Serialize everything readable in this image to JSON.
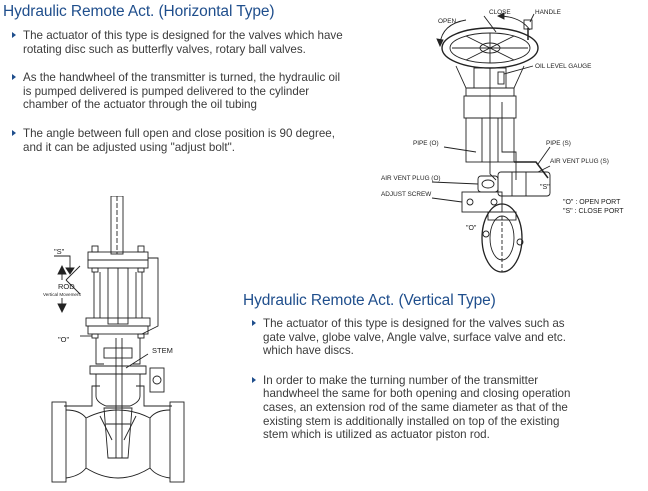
{
  "horizontal": {
    "title": "Hydraulic Remote Act. (Horizontal Type)",
    "bullets": [
      [
        "The actuator of this type is designed for the valves which have",
        "rotating disc such as butterfly valves, rotary ball valves."
      ],
      [
        "As the handwheel of the transmitter is turned, the hydraulic oil",
        "is pumped delivered is pumped delivered to the cylinder",
        "chamber of the actuator through the oil tubing"
      ],
      [
        "The angle between full open and close position is 90 degree,",
        "and it can be adjusted using \"adjust bolt\"."
      ]
    ]
  },
  "vertical": {
    "title": "Hydraulic Remote Act. (Vertical Type)",
    "bullets": [
      [
        "The actuator of this type is designed for the valves such as",
        "gate valve, globe valve, Angle valve, surface valve and etc.",
        "which have discs."
      ],
      [
        "In order to make the turning number of the transmitter",
        "handwheel the same for both opening and closing operation",
        "cases, an extension rod of the same diameter as that of the",
        "existing stem is additionally installed on top of the existing",
        "stem which is utilized as actuator piston rod."
      ]
    ]
  },
  "horizontal_diagram": {
    "labels": {
      "open": "OPEN",
      "close": "CLOSE",
      "handle": "HANDLE",
      "oil_level_gauge": "OIL LEVEL GAUGE",
      "pipe_o": "PIPE (O)",
      "pipe_s": "PIPE (S)",
      "air_vent_plug_s": "AIR VENT PLUG (S)",
      "air_vent_plug_o": "AIR VENT PLUG (O)",
      "adjust_screw": "ADJUST SCREW",
      "s_mark": "\"S\"",
      "o_mark": "\"O\"",
      "legend_o": "\"O\"  :  OPEN PORT",
      "legend_s": "\"S\"  : CLOSE PORT"
    }
  },
  "vertical_diagram": {
    "labels": {
      "s_mark": "\"S\"",
      "o_mark": "\"O\"",
      "rod": "ROD",
      "vertical_movement": "Vertical Movement",
      "stem": "STEM"
    }
  }
}
